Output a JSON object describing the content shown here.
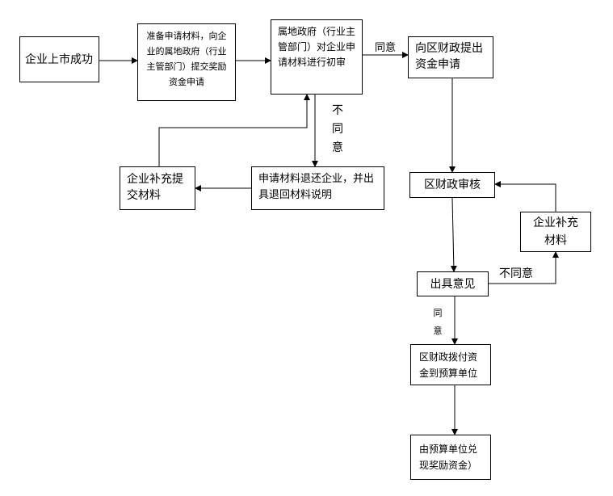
{
  "nodes": {
    "listing_success": "企业上市成功",
    "prepare_materials": "准备申请材料，向企业的属地政府（行业主管部门）提交奖励资金申请",
    "local_gov_review": "属地政府（行业主管部门）对企业申请材料进行初审",
    "apply_finance": "向区财政提出资金申请",
    "return_materials": "申请材料退还企业，并出具退回材料说明",
    "supplement_left": "企业补充提交材料",
    "finance_review": "区财政审核",
    "supplement_right": "企业补充材料",
    "issue_opinion": "出具意见",
    "allocate_funds": "区财政拨付资金到预算单位",
    "pay_reward": "由预算单位兑现奖励资金）"
  },
  "edge_labels": {
    "agree_top": "同意",
    "disagree_vertical": "不同意",
    "disagree_right": "不同意",
    "agree_bottom": "同意"
  },
  "colors": {
    "line": "#000000",
    "box_border": "#000000",
    "background": "#ffffff"
  }
}
